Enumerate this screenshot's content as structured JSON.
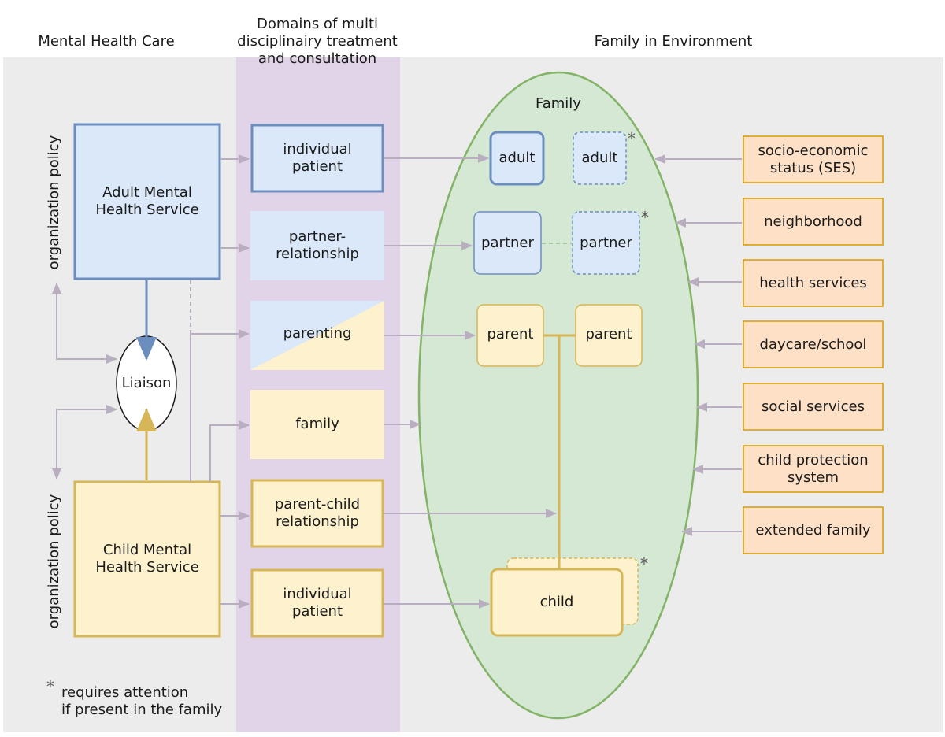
{
  "headers": {
    "left": "Mental Health Care",
    "middle": "Domains of multi\ndisciplinairy treatment\nand consultation",
    "right": "Family in Environment"
  },
  "side_labels": {
    "top": "organization policy",
    "bottom": "organization policy"
  },
  "services": {
    "adult": "Adult Mental\nHealth Service",
    "child": "Child Mental\nHealth Service",
    "liaison": "Liaison"
  },
  "domains": [
    "individual\npatient",
    "partner-\nrelationship",
    "parenting",
    "family",
    "parent-child\nrelationship",
    "individual\npatient"
  ],
  "family": {
    "title": "Family",
    "adult_left": "adult",
    "adult_right": "adult",
    "partner_left": "partner",
    "partner_right": "partner",
    "parent_left": "parent",
    "parent_right": "parent",
    "child": "child"
  },
  "environment": [
    "socio-economic\nstatus (SES)",
    "neighborhood",
    "health services",
    "daycare/school",
    "social services",
    "child protection\nsystem",
    "extended family"
  ],
  "legend": {
    "star": "*",
    "text": "requires attention\nif present in the family"
  },
  "colors": {
    "panel_bg": "#ececec",
    "domain_band": "#e2d4e8",
    "blue_fill": "#dae8f9",
    "blue_border": "#6c8ebf",
    "yellow_fill": "#fdf1ce",
    "yellow_border": "#d6b656",
    "family_fill": "#d5e8d4",
    "family_border": "#82b366",
    "env_fill": "#fde0c6",
    "env_border": "#d79b00",
    "arrow": "#b9aec0"
  }
}
